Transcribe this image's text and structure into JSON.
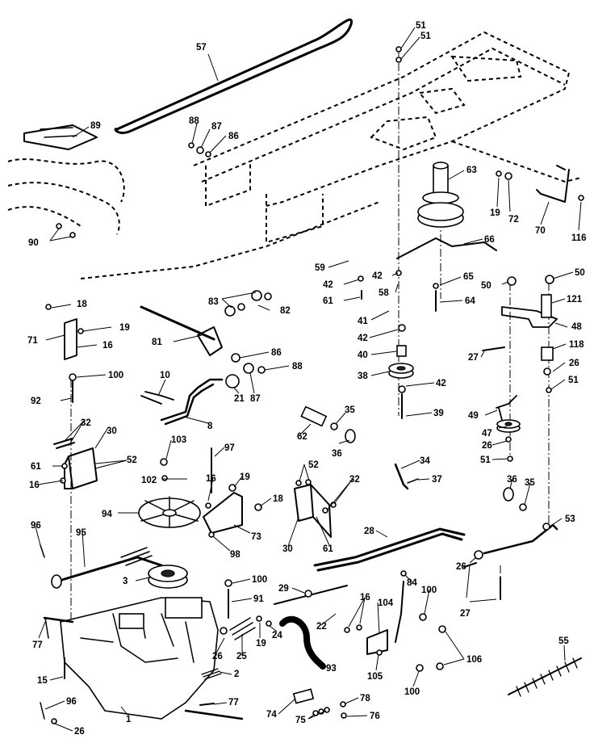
{
  "colors": {
    "ink": "#000000",
    "paper": "#ffffff"
  },
  "callouts": [
    {
      "id": "c57",
      "label": "57"
    },
    {
      "id": "c51a",
      "label": "51"
    },
    {
      "id": "c51b",
      "label": "51"
    },
    {
      "id": "c89",
      "label": "89"
    },
    {
      "id": "c88a",
      "label": "88"
    },
    {
      "id": "c87a",
      "label": "87"
    },
    {
      "id": "c86a",
      "label": "86"
    },
    {
      "id": "c63",
      "label": "63"
    },
    {
      "id": "c19a",
      "label": "19"
    },
    {
      "id": "c72",
      "label": "72"
    },
    {
      "id": "c70",
      "label": "70"
    },
    {
      "id": "c116",
      "label": "116"
    },
    {
      "id": "c90",
      "label": "90"
    },
    {
      "id": "c66",
      "label": "66"
    },
    {
      "id": "c59",
      "label": "59"
    },
    {
      "id": "c42a",
      "label": "42"
    },
    {
      "id": "c42b",
      "label": "42"
    },
    {
      "id": "c58",
      "label": "58"
    },
    {
      "id": "c61a",
      "label": "61"
    },
    {
      "id": "c65",
      "label": "65"
    },
    {
      "id": "c64",
      "label": "64"
    },
    {
      "id": "c50a",
      "label": "50"
    },
    {
      "id": "c50b",
      "label": "50"
    },
    {
      "id": "c121",
      "label": "121"
    },
    {
      "id": "c18a",
      "label": "18"
    },
    {
      "id": "c83",
      "label": "83"
    },
    {
      "id": "c82",
      "label": "82"
    },
    {
      "id": "c19b",
      "label": "19"
    },
    {
      "id": "c71",
      "label": "71"
    },
    {
      "id": "c41",
      "label": "41"
    },
    {
      "id": "c42c",
      "label": "42"
    },
    {
      "id": "c48",
      "label": "48"
    },
    {
      "id": "c81",
      "label": "81"
    },
    {
      "id": "c16a",
      "label": "16"
    },
    {
      "id": "c118",
      "label": "118"
    },
    {
      "id": "c40",
      "label": "40"
    },
    {
      "id": "c27a",
      "label": "27"
    },
    {
      "id": "c86b",
      "label": "86"
    },
    {
      "id": "c26a",
      "label": "26"
    },
    {
      "id": "c100a",
      "label": "100"
    },
    {
      "id": "c88b",
      "label": "88"
    },
    {
      "id": "c38",
      "label": "38"
    },
    {
      "id": "c42d",
      "label": "42"
    },
    {
      "id": "c51c",
      "label": "51"
    },
    {
      "id": "c10",
      "label": "10"
    },
    {
      "id": "c87b",
      "label": "87"
    },
    {
      "id": "c92",
      "label": "92"
    },
    {
      "id": "c21",
      "label": "21"
    },
    {
      "id": "c39",
      "label": "39"
    },
    {
      "id": "c35a",
      "label": "35"
    },
    {
      "id": "c49",
      "label": "49"
    },
    {
      "id": "c8",
      "label": "8"
    },
    {
      "id": "c62",
      "label": "62"
    },
    {
      "id": "c47",
      "label": "47"
    },
    {
      "id": "c32a",
      "label": "32"
    },
    {
      "id": "c30a",
      "label": "30"
    },
    {
      "id": "c36a",
      "label": "36"
    },
    {
      "id": "c26b",
      "label": "26"
    },
    {
      "id": "c103",
      "label": "103"
    },
    {
      "id": "c97",
      "label": "97"
    },
    {
      "id": "c61b",
      "label": "61"
    },
    {
      "id": "c52a",
      "label": "52"
    },
    {
      "id": "c51d",
      "label": "51"
    },
    {
      "id": "c52b",
      "label": "52"
    },
    {
      "id": "c34",
      "label": "34"
    },
    {
      "id": "c16b",
      "label": "16"
    },
    {
      "id": "c102",
      "label": "102"
    },
    {
      "id": "c16c",
      "label": "16"
    },
    {
      "id": "c19c",
      "label": "19"
    },
    {
      "id": "c37",
      "label": "37"
    },
    {
      "id": "c32b",
      "label": "32"
    },
    {
      "id": "c36b",
      "label": "36"
    },
    {
      "id": "c35b",
      "label": "35"
    },
    {
      "id": "c18b",
      "label": "18"
    },
    {
      "id": "c94",
      "label": "94"
    },
    {
      "id": "c96a",
      "label": "96"
    },
    {
      "id": "c73",
      "label": "73"
    },
    {
      "id": "c30b",
      "label": "30"
    },
    {
      "id": "c61c",
      "label": "61"
    },
    {
      "id": "c53",
      "label": "53"
    },
    {
      "id": "c95",
      "label": "95"
    },
    {
      "id": "c28",
      "label": "28"
    },
    {
      "id": "c98",
      "label": "98"
    },
    {
      "id": "c26c",
      "label": "26"
    },
    {
      "id": "c3",
      "label": "3"
    },
    {
      "id": "c100b",
      "label": "100"
    },
    {
      "id": "c29",
      "label": "29"
    },
    {
      "id": "c27b",
      "label": "27"
    },
    {
      "id": "c84",
      "label": "84"
    },
    {
      "id": "c100c",
      "label": "100"
    },
    {
      "id": "c91",
      "label": "91"
    },
    {
      "id": "c16d",
      "label": "16"
    },
    {
      "id": "c104",
      "label": "104"
    },
    {
      "id": "c22",
      "label": "22"
    },
    {
      "id": "c77a",
      "label": "77"
    },
    {
      "id": "c26d",
      "label": "26"
    },
    {
      "id": "c25",
      "label": "25"
    },
    {
      "id": "c19d",
      "label": "19"
    },
    {
      "id": "c24",
      "label": "24"
    },
    {
      "id": "c106",
      "label": "106"
    },
    {
      "id": "c55",
      "label": "55"
    },
    {
      "id": "c15",
      "label": "15"
    },
    {
      "id": "c2",
      "label": "2"
    },
    {
      "id": "c93",
      "label": "93"
    },
    {
      "id": "c105",
      "label": "105"
    },
    {
      "id": "c100d",
      "label": "100"
    },
    {
      "id": "c96b",
      "label": "96"
    },
    {
      "id": "c77b",
      "label": "77"
    },
    {
      "id": "c78",
      "label": "78"
    },
    {
      "id": "c74",
      "label": "74"
    },
    {
      "id": "c75",
      "label": "75"
    },
    {
      "id": "c76",
      "label": "76"
    },
    {
      "id": "c1",
      "label": "1"
    },
    {
      "id": "c26e",
      "label": "26"
    }
  ]
}
